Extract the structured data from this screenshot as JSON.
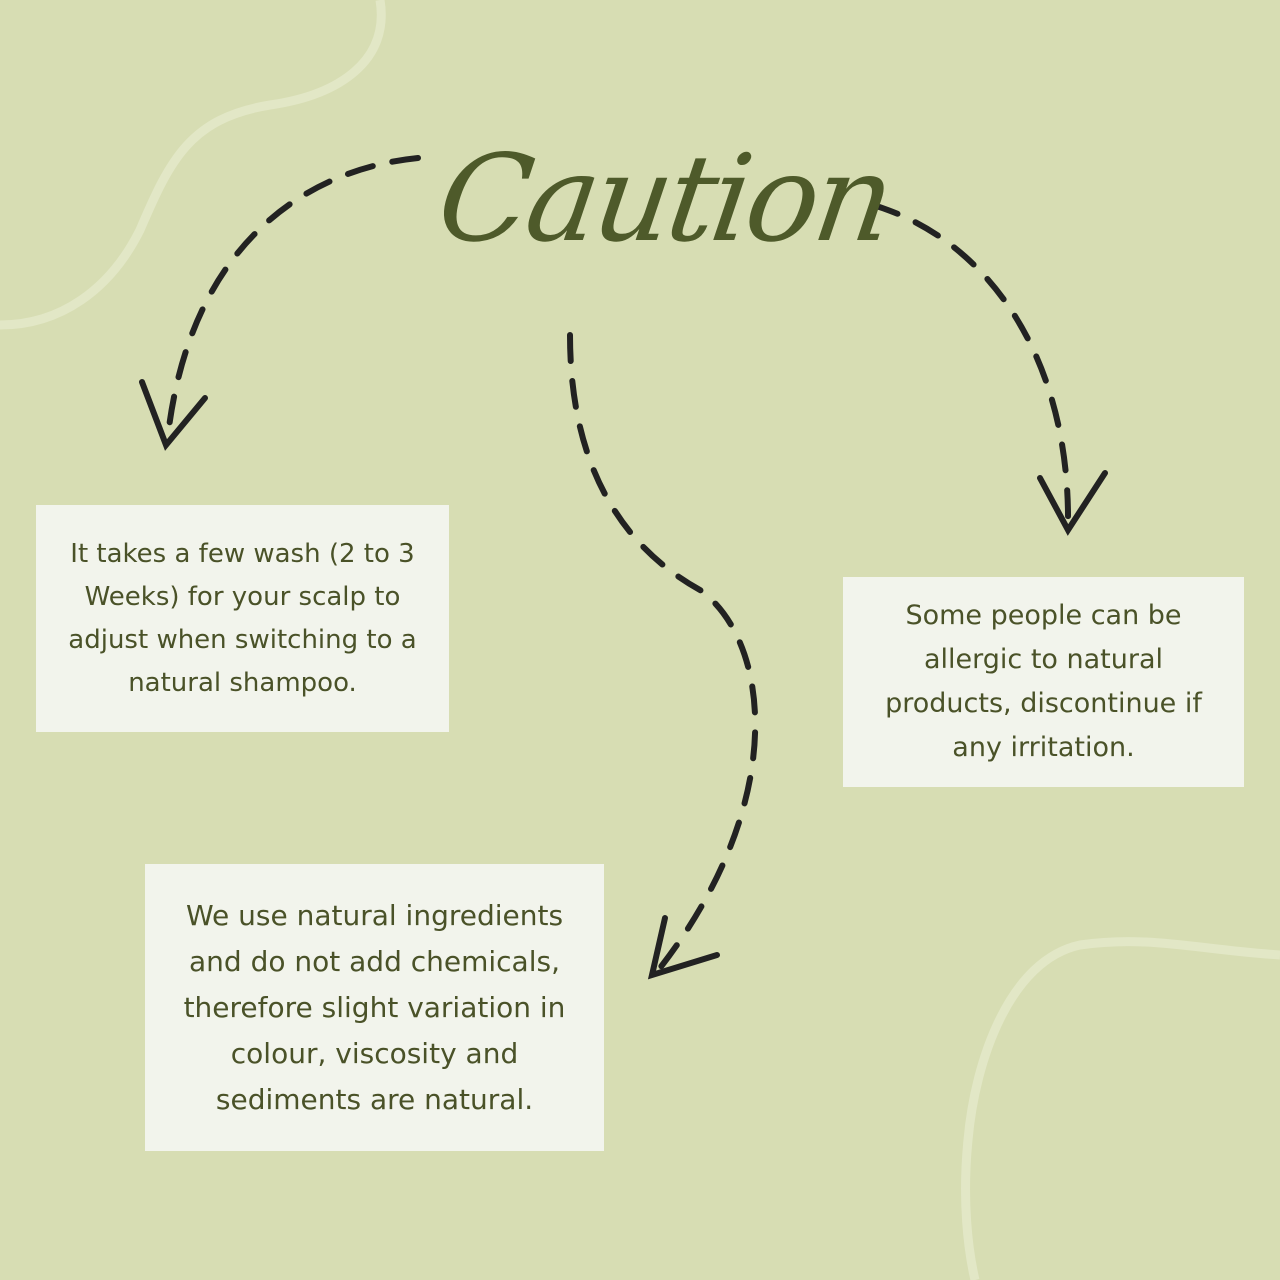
{
  "title": "Caution",
  "notes": [
    "It takes a few wash (2 to 3 Weeks) for your scalp to adjust when switching to a natural shampoo.",
    "Some people can be allergic to natural products, discontinue if any irritation.",
    "We use natural ingredients and do not add chemicals, therefore slight variation in colour, viscosity and sediments are natural."
  ],
  "colors": {
    "background": "#d7ddb3",
    "box": "#f2f4ec",
    "text": "#4a5228",
    "arrow": "#222222"
  }
}
